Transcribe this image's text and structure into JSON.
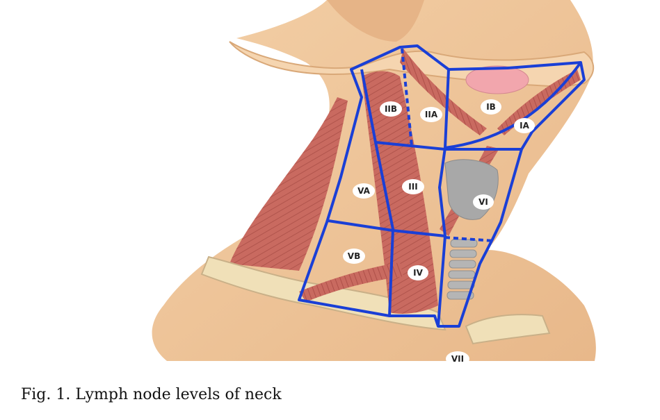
{
  "figure": {
    "caption": "Fig. 1. Lymph node levels of neck",
    "levels": {
      "IA": "IA",
      "IB": "IB",
      "IIA": "IIA",
      "IIB": "IIB",
      "III": "III",
      "IV": "IV",
      "VA": "VA",
      "VB": "VB",
      "VI": "VI",
      "VII": "VII"
    }
  },
  "colors": {
    "skin": "#efc79b",
    "skin_shadow": "#dba775",
    "muscle": "#c96a60",
    "muscle_dark": "#a84a44",
    "bone": "#f0e0b8",
    "boundary": "#1a3fd6",
    "gland": "#f2a6ad",
    "cartilage": "#a8a8a8"
  }
}
